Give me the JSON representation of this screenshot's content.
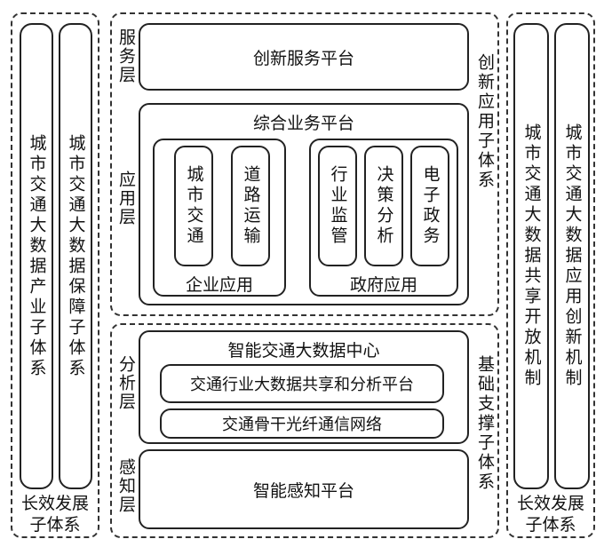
{
  "left_panel": {
    "col1": "城市交通大数据产业子体系",
    "col2": "城市交通大数据保障子体系",
    "caption": "长效发展\n子体系"
  },
  "right_panel": {
    "col1": "城市交通大数据共享开放机制",
    "col2": "城市交通大数据应用创新机制",
    "caption": "长效发展\n子体系"
  },
  "top_panel": {
    "service_layer": "服务层",
    "application_layer": "应用层",
    "side_label": "创新应用子体系",
    "service_platform": "创新服务平台",
    "business_platform": "综合业务平台",
    "enterprise": {
      "title": "企业应用",
      "items": [
        "城市交通",
        "道路运输"
      ]
    },
    "government": {
      "title": "政府应用",
      "items": [
        "行业监管",
        "决策分析",
        "电子政务"
      ]
    }
  },
  "bottom_panel": {
    "analysis_layer": "分析层",
    "perception_layer": "感知层",
    "side_label": "基础支撑子体系",
    "data_center": "智能交通大数据中心",
    "sharing_platform": "交通行业大数据共享和分析平台",
    "network": "交通骨干光纤通信网络",
    "perception_platform": "智能感知平台"
  }
}
